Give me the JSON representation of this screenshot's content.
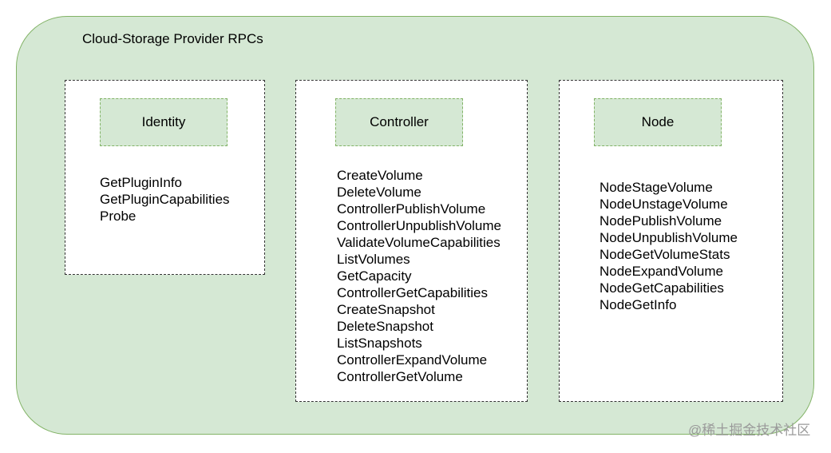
{
  "diagram": {
    "title": "Cloud-Storage Provider RPCs",
    "panels": [
      {
        "id": "identity",
        "header": "Identity",
        "rpcs": [
          "GetPluginInfo",
          "GetPluginCapabilities",
          "Probe"
        ]
      },
      {
        "id": "controller",
        "header": "Controller",
        "rpcs": [
          "CreateVolume",
          "DeleteVolume",
          "ControllerPublishVolume",
          "ControllerUnpublishVolume",
          "ValidateVolumeCapabilities",
          "ListVolumes",
          "GetCapacity",
          "ControllerGetCapabilities",
          "CreateSnapshot",
          "DeleteSnapshot",
          "ListSnapshots",
          "ControllerExpandVolume",
          "ControllerGetVolume"
        ]
      },
      {
        "id": "node",
        "header": "Node",
        "rpcs": [
          "NodeStageVolume",
          "NodeUnstageVolume",
          "NodePublishVolume",
          "NodeUnpublishVolume",
          "NodeGetVolumeStats",
          "NodeExpandVolume",
          "NodeGetCapabilities",
          "NodeGetInfo"
        ]
      }
    ],
    "colors": {
      "container_fill": "#d5e8d4",
      "container_stroke": "#82b366",
      "panel_fill": "#ffffff",
      "panel_stroke": "#333333"
    }
  },
  "watermark": "@稀土掘金技术社区"
}
